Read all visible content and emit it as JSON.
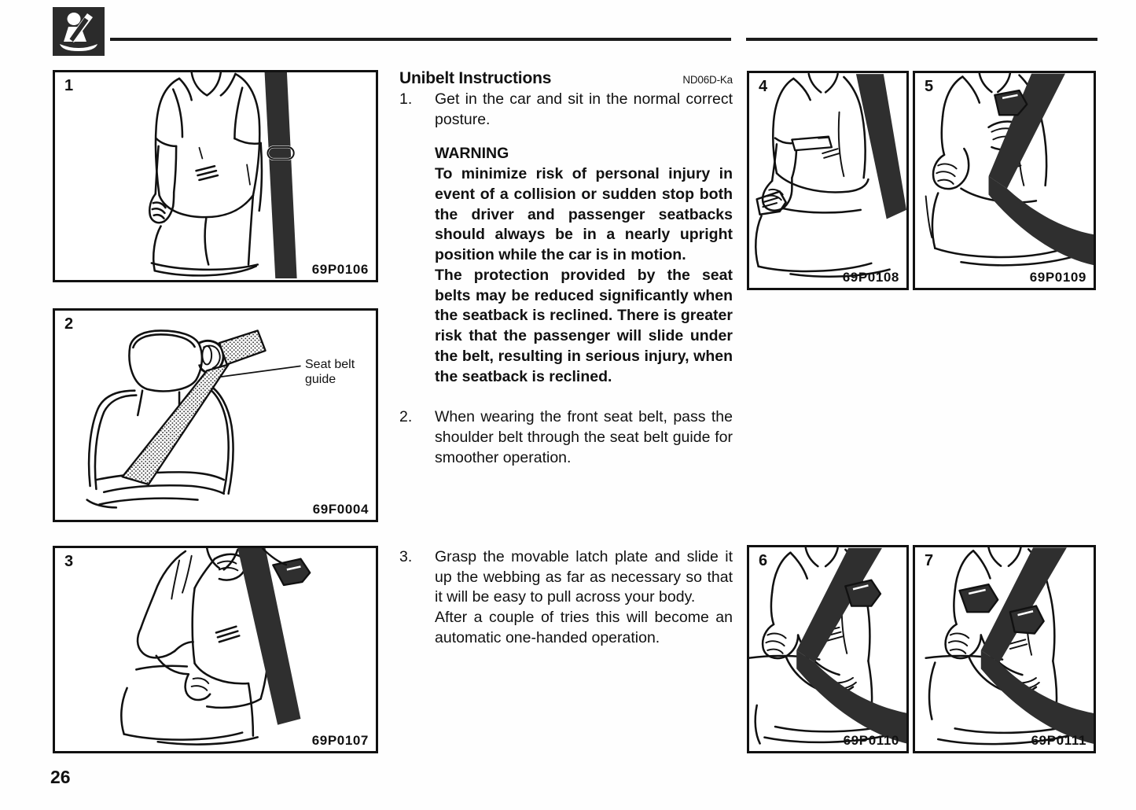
{
  "header": {
    "icon": "seatbelt-occupant-icon",
    "rule_color": "#1b1b1b"
  },
  "section": {
    "title": "Unibelt Instructions",
    "reference_code": "ND06D-Ka"
  },
  "steps": [
    {
      "number": "1.",
      "paragraphs": [
        "Get in the car and sit in the normal correct posture."
      ]
    },
    {
      "number": "2.",
      "paragraphs": [
        "When wearing the front seat belt, pass the shoulder belt through the seat belt guide for smoother operation."
      ]
    },
    {
      "number": "3.",
      "paragraphs": [
        "Grasp the movable latch plate and slide it up the webbing as far as necessary so that it will be easy to pull across your body.",
        "After a couple of tries this will become an automatic one-handed operation."
      ]
    }
  ],
  "warning": {
    "title": "WARNING",
    "paragraphs": [
      "To minimize risk of personal injury in event of a collision or sudden stop both the driver and passenger seatbacks should always be in a nearly upright position while the car is in motion.",
      "The protection provided by the seat belts may be reduced significantly when the seatback is reclined. There is greater risk that the passenger will slide under the belt, resulting in serious injury, when the seatback is reclined."
    ]
  },
  "figures": [
    {
      "number": "1",
      "code": "69P0106",
      "callout": ""
    },
    {
      "number": "2",
      "code": "69F0004",
      "callout": "Seat belt\nguide"
    },
    {
      "number": "3",
      "code": "69P0107",
      "callout": ""
    },
    {
      "number": "4",
      "code": "69P0108",
      "callout": ""
    },
    {
      "number": "5",
      "code": "69P0109",
      "callout": ""
    },
    {
      "number": "6",
      "code": "69P0110",
      "callout": ""
    },
    {
      "number": "7",
      "code": "69P0111",
      "callout": ""
    }
  ],
  "footer": {
    "page_number": "26"
  },
  "colors": {
    "ink": "#111111",
    "belt_fill": "#2f2f2f",
    "paper": "#fefefe"
  }
}
